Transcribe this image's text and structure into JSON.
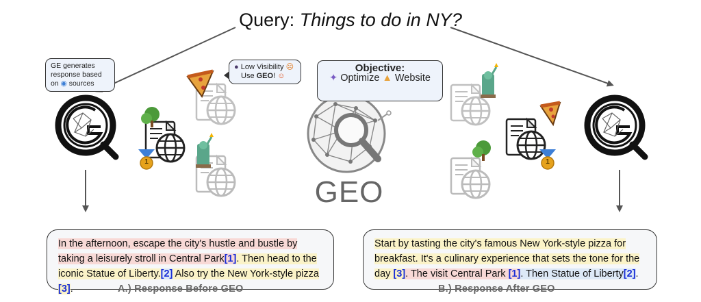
{
  "query": {
    "label": "Query:",
    "text": "Things to do in NY?"
  },
  "bubble_left": {
    "line1": "GE generates",
    "line2": "response based",
    "line3_pre": "on",
    "line3_post": "sources"
  },
  "bubble_mid": {
    "line1": "Low Visibility",
    "line2_pre": "Use",
    "line2_bold": "GEO",
    "line2_post": "!"
  },
  "objective": {
    "title": "Objective:",
    "optimize": "Optimize",
    "website": "Website"
  },
  "geo_label": "GEO",
  "badge_left": "1",
  "badge_right": "1",
  "response_before": {
    "s1": "In the afternoon, escape the city's hustle and bustle by taking a leisurely stroll in Central Park",
    "c1": "[1]",
    "s2": ". Then head to the iconic Statue of Liberty.",
    "c2": "[2]",
    "s3": " Also try the New York-style pizza ",
    "c3": "[3]",
    "s4": "."
  },
  "response_after": {
    "s1": "Start by tasting the city's famous New York-style pizza for breakfast. It's a culinary experience that sets the tone for the day ",
    "c1": "[3]",
    "s2": ". The visit Central Park ",
    "c2": "[1]",
    "s3": ". Then Statue of Liberty",
    "c3": "[2]",
    "s4": "."
  },
  "caption_before": "A.) Response Before GEO",
  "caption_after": "B.) Response After GEO",
  "colors": {
    "highlight_red": "#f8d9d6",
    "highlight_yellow": "#fbf3c8",
    "highlight_blue": "#dde9f7",
    "citation": "#1a2fd6",
    "pizza": "#e8a33d",
    "tree": "#4c9a3a",
    "liberty": "#5aa68a",
    "medal": "#e6a21c"
  }
}
